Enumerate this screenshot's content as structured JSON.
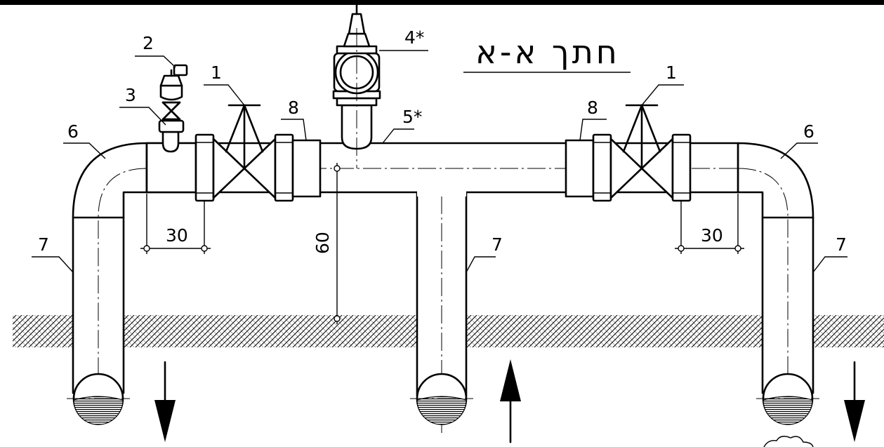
{
  "section_title": "חתך א-א",
  "labels": {
    "valve_left": "1",
    "valve_right": "1",
    "air_valve": "2",
    "small_valve": "3",
    "meter": "4*",
    "header_pipe": "5*",
    "elbow_left": "6",
    "elbow_right": "6",
    "riser_left": "7",
    "riser_middle": "7",
    "riser_right": "7",
    "reducer_left": "8",
    "reducer_right": "8"
  },
  "dimensions": {
    "left_spacing": "30",
    "right_spacing": "30",
    "height_above_ground": "60"
  },
  "flow": {
    "left": "down",
    "middle": "up",
    "right": "down"
  }
}
